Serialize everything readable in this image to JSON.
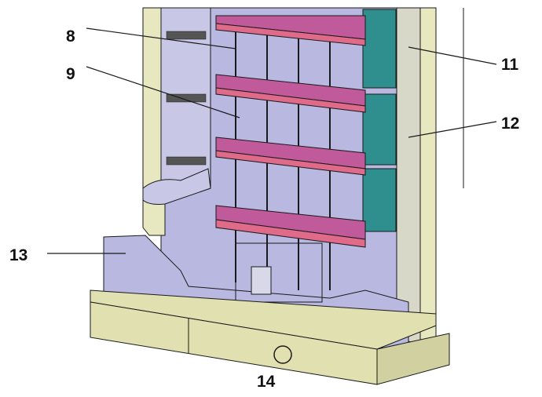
{
  "callouts": {
    "c8": "8",
    "c9": "9",
    "c11": "11",
    "c12": "12",
    "c13": "13",
    "c14": "14"
  },
  "colors": {
    "frame": "#e8e8c0",
    "panel": "#b8b8e0",
    "shelf": "#c05a9a",
    "shelf_edge": "#e06a8a",
    "teal_module": "#2f8f8f",
    "base": "#e0e0b0",
    "outline": "#1a1a1a"
  }
}
